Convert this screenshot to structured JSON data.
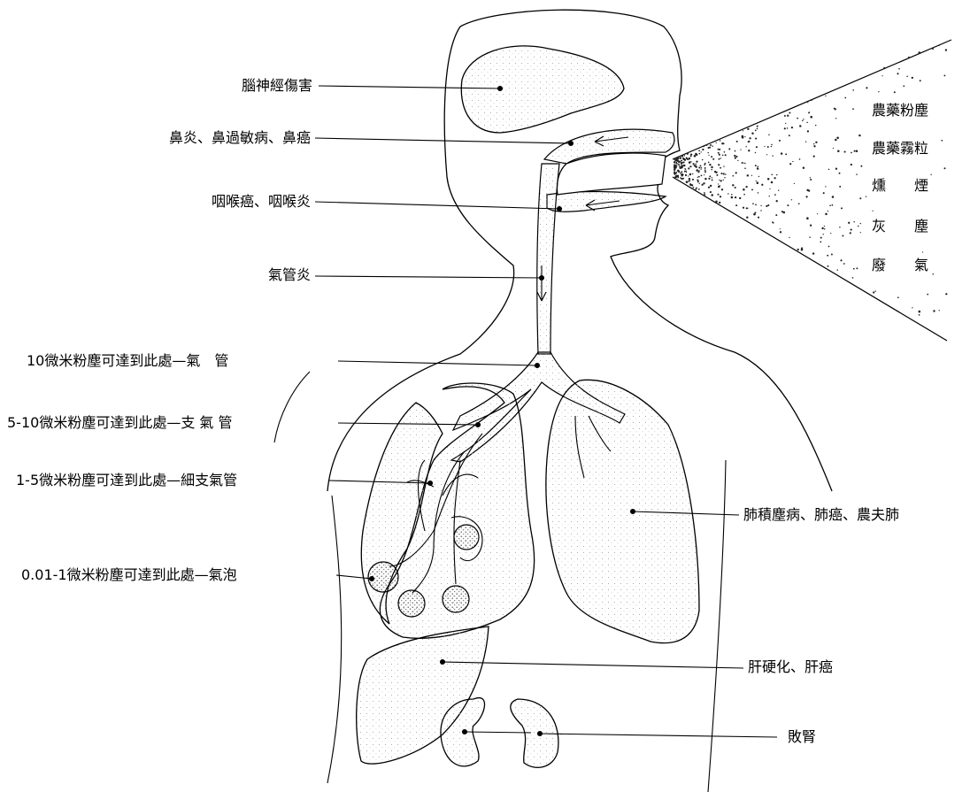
{
  "labels": {
    "brain": "腦神經傷害",
    "nose": "鼻炎、鼻過敏病、鼻癌",
    "throat": "咽喉癌、咽喉炎",
    "trachea_disease": "氣管炎",
    "trachea_level": "10微米粉塵可達到此處—氣　管",
    "bronchi_level": "5-10微米粉塵可達到此處—支 氣 管",
    "bronchiole_level": "1-5微米粉塵可達到此處—細支氣管",
    "alveoli_level": "0.01-1微米粉塵可達到此處—氣泡",
    "lung": "肺積塵病、肺癌、農夫肺",
    "liver": "肝硬化、肝癌",
    "kidney": "敗腎"
  },
  "pollutants": [
    "農藥粉塵",
    "農藥霧粒",
    "燻　　煙",
    "灰　　塵",
    "廢　　氣"
  ],
  "colors": {
    "ink": "#000000",
    "stipple": "#9a9a9a",
    "background": "#ffffff"
  }
}
